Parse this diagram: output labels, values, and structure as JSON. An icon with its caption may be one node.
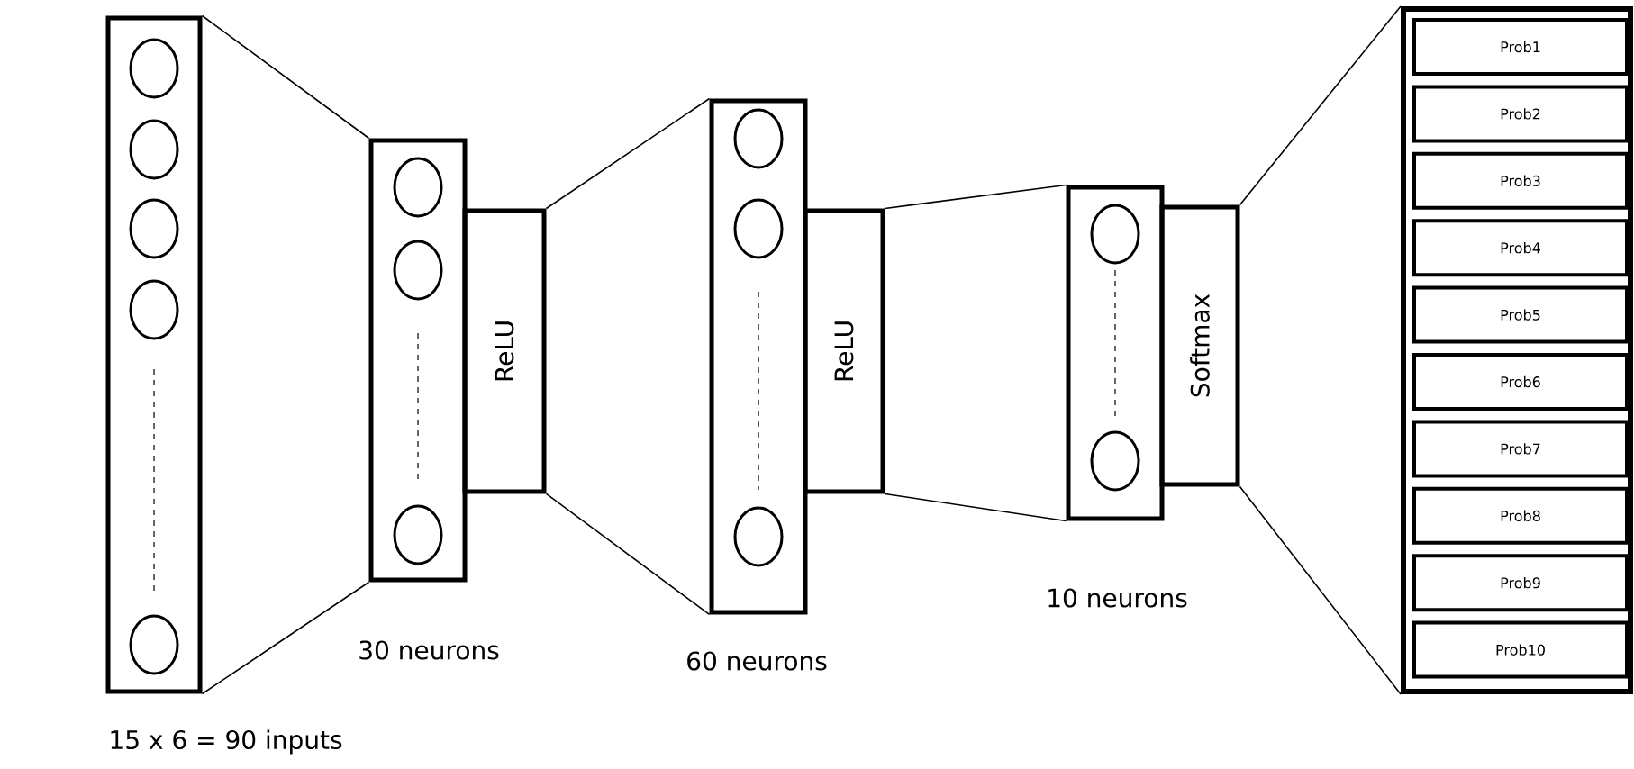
{
  "diagram": {
    "nodes": [
      {
        "text": [],
        "shape": "box",
        "beside": [
          "15 x 6 = 90 inputs"
        ]
      },
      {
        "text": [],
        "shape": "box",
        "beside": [
          "30 neurons"
        ]
      },
      {
        "text": [
          "ReLU"
        ]
      },
      {
        "text": [],
        "shape": "box",
        "beside": [
          "60 neurons"
        ]
      },
      {
        "text": [
          "ReLU"
        ]
      },
      {
        "text": [],
        "shape": "box",
        "beside": [
          "10 neurons"
        ]
      },
      {
        "text": [
          "Softmax"
        ]
      },
      {
        "text": [],
        "shape": "box"
      },
      {
        "text": [
          "Prob1"
        ],
        "in": 7
      },
      {
        "text": [
          "Prob2"
        ],
        "in": 7
      },
      {
        "text": [
          "Prob3"
        ],
        "in": 7
      },
      {
        "text": [
          "Prob4"
        ],
        "in": 7
      },
      {
        "text": [
          "Prob5"
        ],
        "in": 7
      },
      {
        "text": [
          "Prob6"
        ],
        "in": 7
      },
      {
        "text": [
          "Prob7"
        ],
        "in": 7
      },
      {
        "text": [
          "Prob8"
        ],
        "in": 7
      },
      {
        "text": [
          "Prob9"
        ],
        "in": 7
      },
      {
        "text": [
          "Prob10"
        ],
        "in": 7
      }
    ],
    "edges": [
      {
        "from": 0,
        "to": 1,
        "arrow": "none"
      },
      {
        "from": 0,
        "to": 1,
        "arrow": "none"
      },
      {
        "from": 2,
        "to": 3,
        "arrow": "none"
      },
      {
        "from": 2,
        "to": 3,
        "arrow": "none"
      },
      {
        "from": 4,
        "to": 5,
        "arrow": "none"
      },
      {
        "from": 4,
        "to": 5,
        "arrow": "none"
      },
      {
        "from": 6,
        "to": 7,
        "arrow": "none"
      },
      {
        "from": 6,
        "to": 7,
        "arrow": "none"
      }
    ]
  }
}
